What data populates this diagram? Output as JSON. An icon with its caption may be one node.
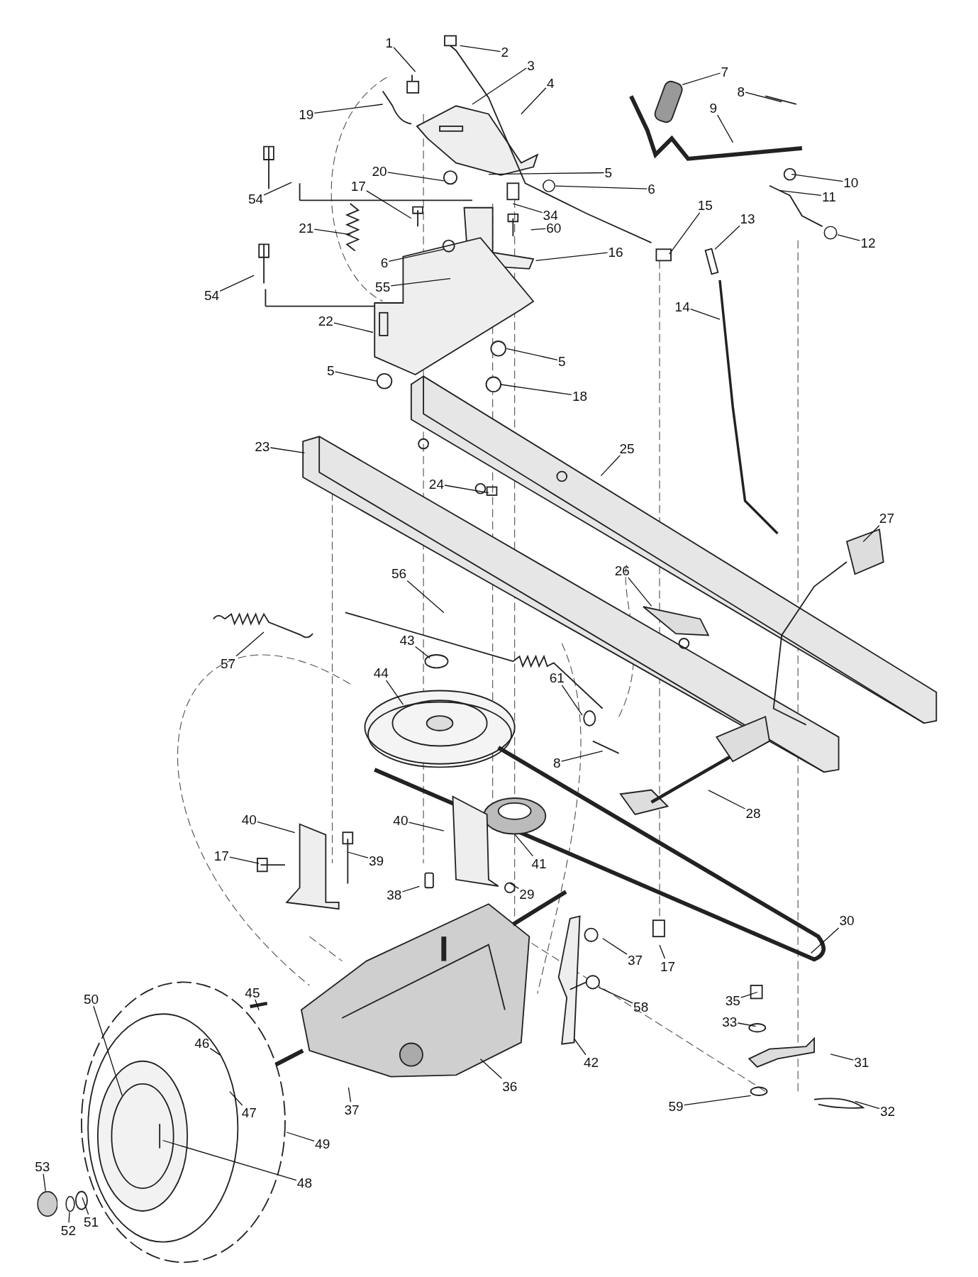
{
  "diagram": {
    "nodes": [
      {
        "text": [
          "1"
        ]
      },
      {
        "text": [
          "2"
        ]
      },
      {
        "text": [
          "3"
        ]
      },
      {
        "text": [
          "4"
        ]
      },
      {
        "text": [
          "7"
        ]
      },
      {
        "text": [
          "8"
        ]
      },
      {
        "text": [
          "9"
        ]
      },
      {
        "text": [
          "19"
        ]
      },
      {
        "text": [
          "5"
        ]
      },
      {
        "text": [
          "20"
        ]
      },
      {
        "text": [
          "6"
        ]
      },
      {
        "text": [
          "10"
        ]
      },
      {
        "text": [
          "11"
        ]
      },
      {
        "text": [
          "54"
        ]
      },
      {
        "text": [
          "17"
        ]
      },
      {
        "text": [
          "34"
        ]
      },
      {
        "text": [
          "60"
        ]
      },
      {
        "text": [
          "15"
        ]
      },
      {
        "text": [
          "13"
        ]
      },
      {
        "text": [
          "12"
        ]
      },
      {
        "text": [
          "21"
        ]
      },
      {
        "text": [
          "16"
        ]
      },
      {
        "text": [
          "6"
        ]
      },
      {
        "text": [
          "55"
        ]
      },
      {
        "text": [
          "54"
        ]
      },
      {
        "text": [
          "14"
        ]
      },
      {
        "text": [
          "22"
        ]
      },
      {
        "text": [
          "5"
        ]
      },
      {
        "text": [
          "5"
        ]
      },
      {
        "text": [
          "18"
        ]
      },
      {
        "text": [
          "23"
        ]
      },
      {
        "text": [
          "25"
        ]
      },
      {
        "text": [
          "24"
        ]
      },
      {
        "text": [
          "27"
        ]
      },
      {
        "text": [
          "26"
        ]
      },
      {
        "text": [
          "56"
        ]
      },
      {
        "text": [
          "43"
        ]
      },
      {
        "text": [
          "57"
        ]
      },
      {
        "text": [
          "44"
        ]
      },
      {
        "text": [
          "61"
        ]
      },
      {
        "text": [
          "8"
        ]
      },
      {
        "text": [
          "28"
        ]
      },
      {
        "text": [
          "40"
        ]
      },
      {
        "text": [
          "40"
        ]
      },
      {
        "text": [
          "17"
        ]
      },
      {
        "text": [
          "39"
        ]
      },
      {
        "text": [
          "41"
        ]
      },
      {
        "text": [
          "29"
        ]
      },
      {
        "text": [
          "38"
        ]
      },
      {
        "text": [
          "30"
        ]
      },
      {
        "text": [
          "37"
        ]
      },
      {
        "text": [
          "17"
        ]
      },
      {
        "text": [
          "50"
        ]
      },
      {
        "text": [
          "45"
        ]
      },
      {
        "text": [
          "35"
        ]
      },
      {
        "text": [
          "58"
        ]
      },
      {
        "text": [
          "33"
        ]
      },
      {
        "text": [
          "46"
        ]
      },
      {
        "text": [
          "42"
        ]
      },
      {
        "text": [
          "31"
        ]
      },
      {
        "text": [
          "36"
        ]
      },
      {
        "text": [
          "59"
        ]
      },
      {
        "text": [
          "47"
        ]
      },
      {
        "text": [
          "37"
        ]
      },
      {
        "text": [
          "32"
        ]
      },
      {
        "text": [
          "49"
        ]
      },
      {
        "text": [
          "53"
        ]
      },
      {
        "text": [
          "48"
        ]
      },
      {
        "text": [
          "51"
        ]
      },
      {
        "text": [
          "52"
        ]
      },
      {
        "text": [],
        "shape": "circle"
      },
      {
        "text": [],
        "shape": "circle"
      },
      {
        "text": [],
        "shape": "circle"
      },
      {
        "text": [],
        "shape": "circle"
      }
    ],
    "edges": [
      {
        "from": 0,
        "to": null,
        "arrow": "none"
      },
      {
        "from": 1,
        "to": null,
        "arrow": "none"
      },
      {
        "from": 2,
        "to": null,
        "arrow": "none"
      },
      {
        "from": 3,
        "to": null,
        "arrow": "none"
      },
      {
        "from": 4,
        "to": null,
        "arrow": "none"
      },
      {
        "from": 5,
        "to": null,
        "arrow": "none"
      },
      {
        "from": 6,
        "to": null,
        "arrow": "none"
      },
      {
        "from": 7,
        "to": null,
        "arrow": "none"
      },
      {
        "from": 8,
        "to": null,
        "arrow": "none"
      },
      {
        "from": 9,
        "to": null,
        "arrow": "none"
      },
      {
        "from": 10,
        "to": 70,
        "arrow": "none"
      },
      {
        "from": 11,
        "to": null,
        "arrow": "none"
      },
      {
        "from": 12,
        "to": null,
        "arrow": "none"
      },
      {
        "from": 13,
        "to": null,
        "arrow": "none"
      },
      {
        "from": 14,
        "to": null,
        "arrow": "none"
      },
      {
        "from": 15,
        "to": null,
        "arrow": "none"
      },
      {
        "from": 16,
        "to": null,
        "arrow": "none"
      },
      {
        "from": 17,
        "to": null,
        "arrow": "none"
      },
      {
        "from": 18,
        "to": null,
        "arrow": "none"
      },
      {
        "from": 19,
        "to": 71,
        "arrow": "none"
      },
      {
        "from": 20,
        "to": null,
        "arrow": "none"
      },
      {
        "from": 21,
        "to": null,
        "arrow": "none"
      },
      {
        "from": 22,
        "to": null,
        "arrow": "none"
      },
      {
        "from": 23,
        "to": null,
        "arrow": "none"
      },
      {
        "from": 24,
        "to": null,
        "arrow": "none"
      },
      {
        "from": 25,
        "to": null,
        "arrow": "none"
      },
      {
        "from": 26,
        "to": null,
        "arrow": "none"
      },
      {
        "from": 27,
        "to": null,
        "arrow": "none"
      },
      {
        "from": 28,
        "to": null,
        "arrow": "none"
      },
      {
        "from": 29,
        "to": null,
        "arrow": "none"
      },
      {
        "from": 30,
        "to": null,
        "arrow": "none"
      },
      {
        "from": 31,
        "to": null,
        "arrow": "none"
      },
      {
        "from": 32,
        "to": null,
        "arrow": "none"
      },
      {
        "from": 33,
        "to": null,
        "arrow": "none"
      },
      {
        "from": 34,
        "to": null,
        "arrow": "none"
      },
      {
        "from": 35,
        "to": null,
        "arrow": "none"
      },
      {
        "from": 36,
        "to": null,
        "arrow": "none"
      },
      {
        "from": 37,
        "to": null,
        "arrow": "none"
      },
      {
        "from": 38,
        "to": null,
        "arrow": "none"
      },
      {
        "from": 39,
        "to": null,
        "arrow": "none"
      },
      {
        "from": 40,
        "to": null,
        "arrow": "none"
      },
      {
        "from": 41,
        "to": null,
        "arrow": "none"
      },
      {
        "from": 42,
        "to": null,
        "arrow": "none"
      },
      {
        "from": 43,
        "to": null,
        "arrow": "none"
      },
      {
        "from": 44,
        "to": null,
        "arrow": "none"
      },
      {
        "from": 45,
        "to": null,
        "arrow": "none"
      },
      {
        "from": 46,
        "to": null,
        "arrow": "none"
      },
      {
        "from": 47,
        "to": null,
        "arrow": "none"
      },
      {
        "from": 48,
        "to": null,
        "arrow": "none"
      },
      {
        "from": 49,
        "to": null,
        "arrow": "none"
      },
      {
        "from": 50,
        "to": null,
        "arrow": "none"
      },
      {
        "from": 51,
        "to": null,
        "arrow": "none"
      },
      {
        "from": 52,
        "to": null,
        "arrow": "none"
      },
      {
        "from": 53,
        "to": null,
        "arrow": "none"
      },
      {
        "from": 54,
        "to": null,
        "arrow": "none"
      },
      {
        "from": 55,
        "to": null,
        "arrow": "none"
      },
      {
        "from": 56,
        "to": null,
        "arrow": "none"
      },
      {
        "from": 57,
        "to": null,
        "arrow": "none"
      },
      {
        "from": 58,
        "to": null,
        "arrow": "none"
      },
      {
        "from": 59,
        "to": null,
        "arrow": "none"
      },
      {
        "from": 60,
        "to": null,
        "arrow": "none"
      },
      {
        "from": 61,
        "to": null,
        "arrow": "none"
      },
      {
        "from": 62,
        "to": null,
        "arrow": "none"
      },
      {
        "from": 63,
        "to": null,
        "arrow": "none"
      },
      {
        "from": 64,
        "to": null,
        "arrow": "none"
      },
      {
        "from": 65,
        "to": null,
        "arrow": "none"
      },
      {
        "from": 66,
        "to": 72,
        "arrow": "none"
      },
      {
        "from": 67,
        "to": null,
        "arrow": "none"
      },
      {
        "from": 68,
        "to": null,
        "arrow": "none"
      },
      {
        "from": 69,
        "to": 73,
        "arrow": "none"
      }
    ]
  }
}
